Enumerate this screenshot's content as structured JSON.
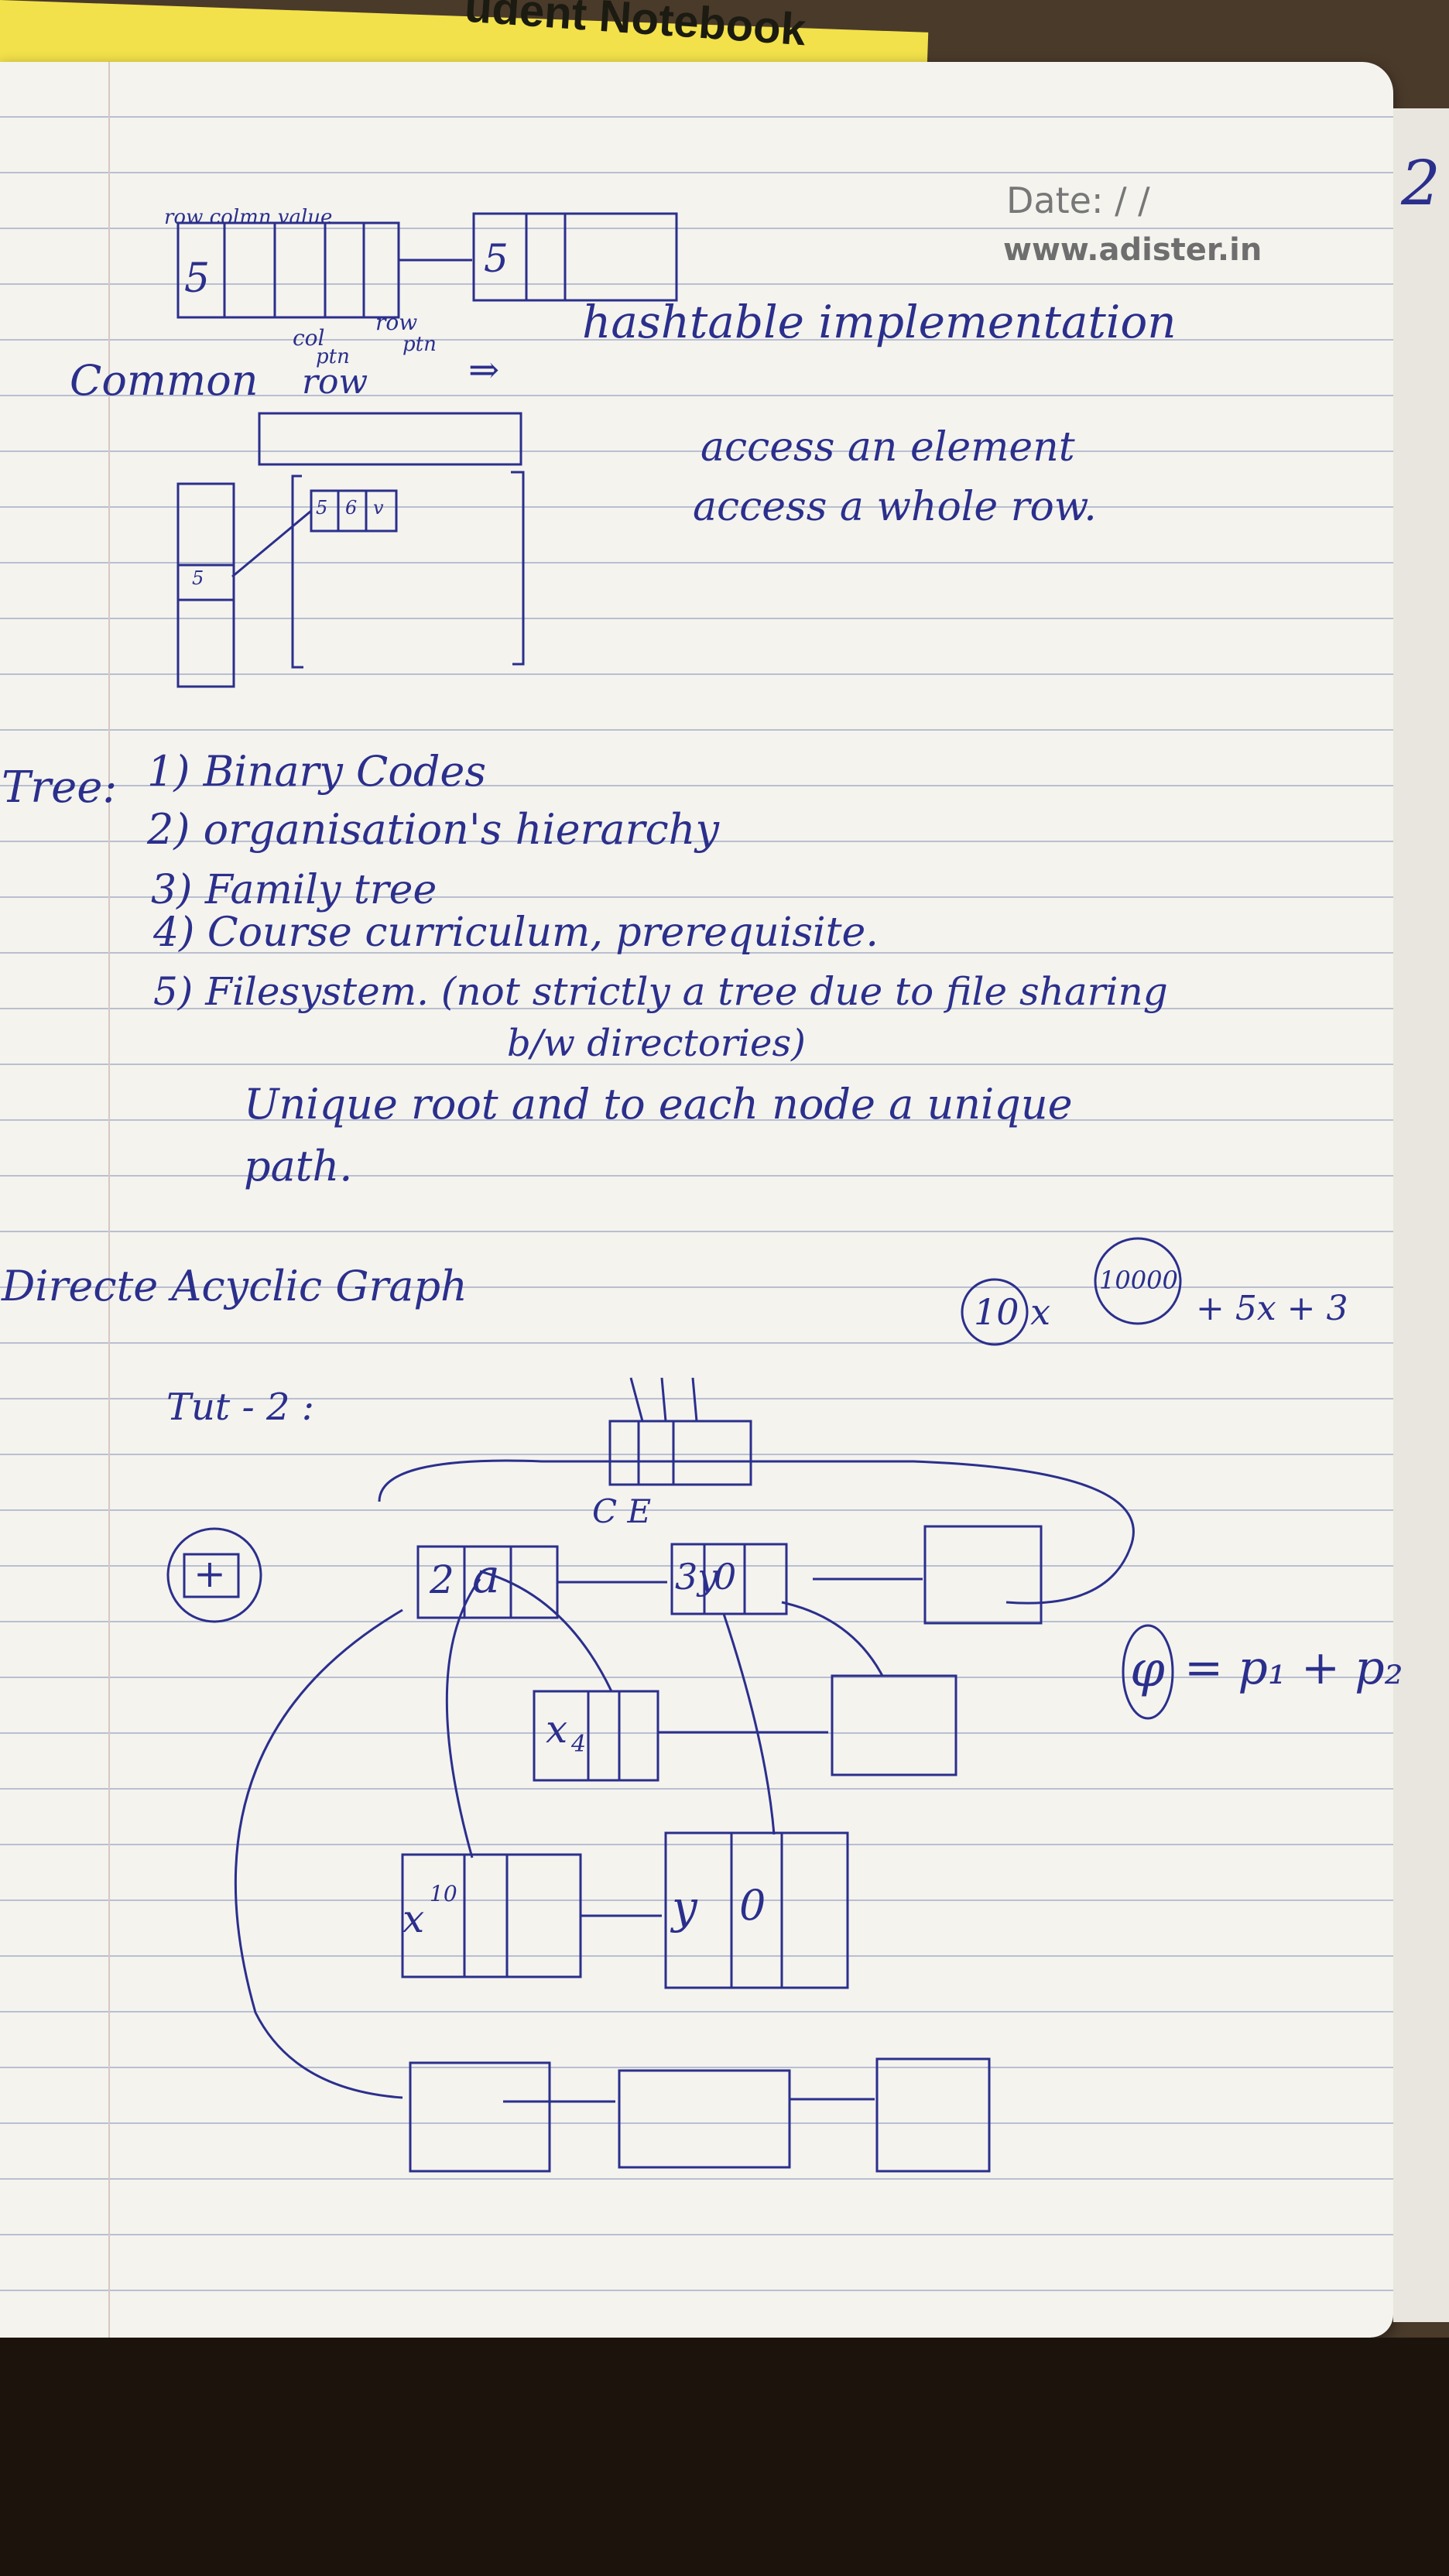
{
  "cover": {
    "title": "udent Notebook"
  },
  "header": {
    "date_label": "Date: / /",
    "website": "www.adister.in",
    "page_number": "2"
  },
  "top_diagram": {
    "labels": "row colmn value",
    "cell_a": "5",
    "cell_b": "5",
    "ptr_labels": [
      "col",
      "ptn",
      "row",
      "ptn"
    ]
  },
  "line_common": {
    "left": "Common",
    "under": "row",
    "arrow": "⇒",
    "right": "hashtable implementation"
  },
  "notes_access": [
    "access an element",
    "access a whole row."
  ],
  "small_cells": [
    "5",
    "6",
    "v"
  ],
  "side_five": "5",
  "tree": {
    "heading": "Tree:",
    "items": [
      "1) Binary Codes",
      "2) organisation's hierarchy",
      "3) Family tree",
      "4) Course curriculum, prerequisite.",
      "5) Filesystem. (not strictly a tree due to file sharing",
      "b/w directories)"
    ],
    "note": [
      "Unique root and to each node a unique",
      "path."
    ]
  },
  "dag": {
    "heading": "Directe Acyclic Graph",
    "equation": "10 x",
    "exponent": "10000",
    "equation_tail": "+ 5x + 3"
  },
  "tut": {
    "heading": "Tut - 2 :"
  },
  "graph_labels": {
    "ce": "C E",
    "plus": "+",
    "node1": "2",
    "node1b": "a",
    "node2": "3y",
    "node2b": "0",
    "node3": "x",
    "node3sub": "4",
    "node4": "x",
    "node4sup": "10",
    "node5": "y",
    "node5b": "0",
    "phi": "φ",
    "phi_eq": "= p₁ + p₂"
  },
  "colors": {
    "ink": "#2b2f8c",
    "paper": "#f4f3ee",
    "cover": "#f2e14a"
  }
}
